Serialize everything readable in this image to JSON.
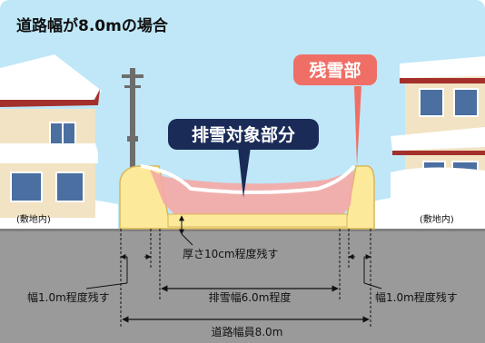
{
  "title": "道路幅が8.0mの場合",
  "labels": {
    "remaining_snow": "残雪部",
    "removal_target": "排雪対象部分",
    "premises_left": "(敷地内)",
    "premises_right": "(敷地内)"
  },
  "dimensions": {
    "leave_depth": "厚さ10cm程度残す",
    "removal_width": "排雪幅6.0m程度",
    "edge_left": "幅1.0m程度残す",
    "edge_right": "幅1.0m程度残す",
    "road_width": "道路幅員8.0m"
  },
  "colors": {
    "sky": "#bfe7f8",
    "snow": "#ffffff",
    "snow_shadow": "#d9ecf5",
    "pink_zone": "#f5a9a4",
    "snow_yellow": "#fde99a",
    "ground": "#9a9a9a",
    "navy": "#1a2b57",
    "salmon": "#ef6f66",
    "house_wall": "#f2e3c4",
    "roof_red": "#a4302b"
  }
}
